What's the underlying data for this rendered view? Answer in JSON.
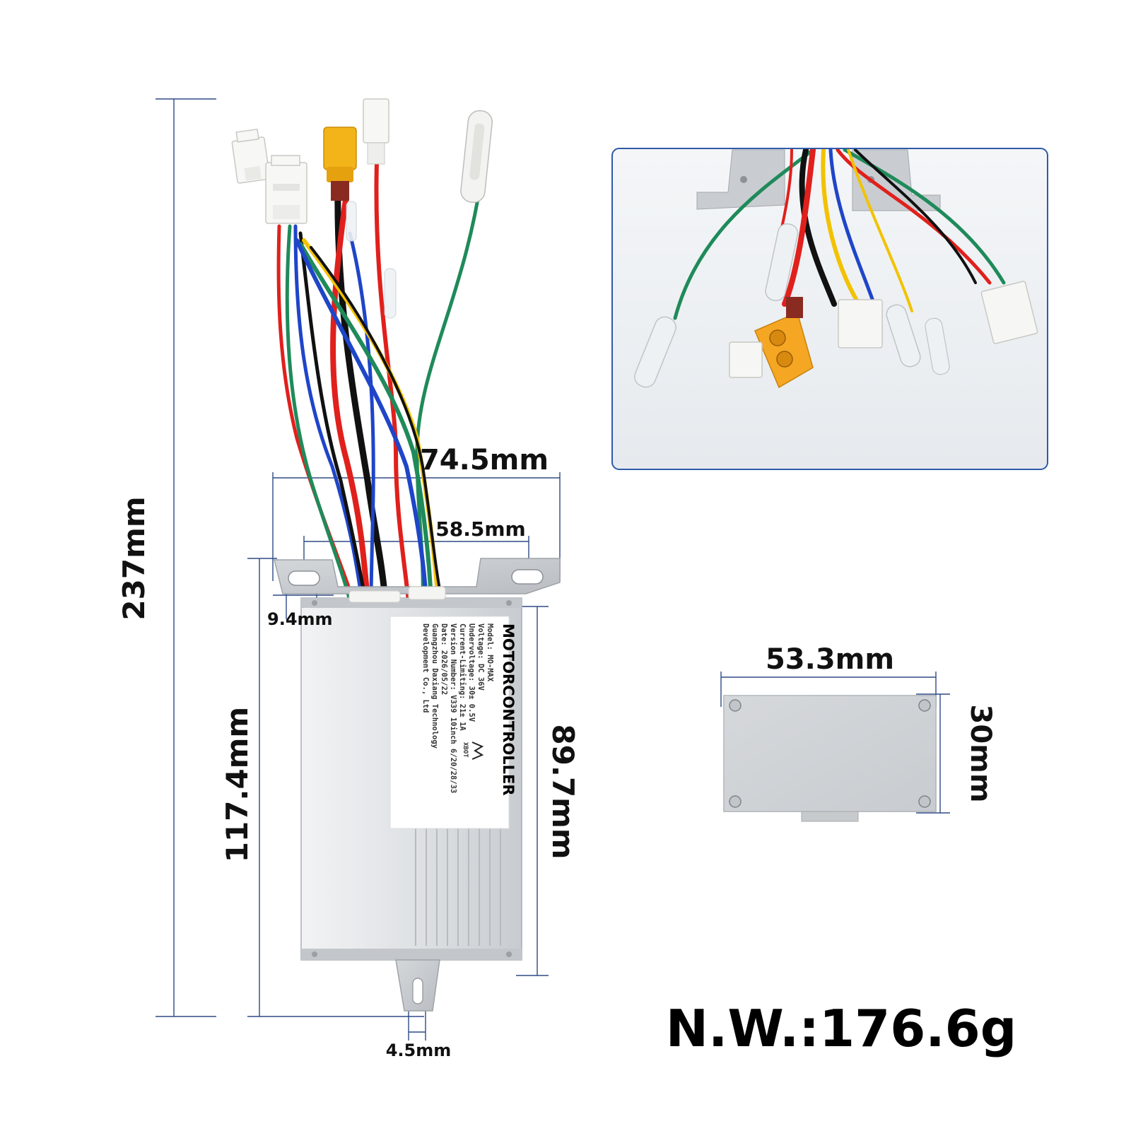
{
  "dimensions": {
    "total_length": "237mm",
    "bracket_outer_width": "74.5mm",
    "bracket_hole_spacing": "58.5mm",
    "bracket_height": "9.4mm",
    "case_length_with_tab": "117.4mm",
    "case_body_length": "89.7mm",
    "bottom_tab_width": "4.5mm",
    "end_width": "53.3mm",
    "end_height": "30mm"
  },
  "label": {
    "title": "MOTORCONTROLLER",
    "brand": "XBOT",
    "lines": [
      "Model: MO-MAX",
      "Voltage: DC 36V",
      "Undervoltage: 30± 0.5V",
      "Current-Limiting: 21± 1A",
      "Version Number: V339 10inch 6/20/28/33",
      "Date: 2026/05/22",
      "Guangzhou Daxiang Technology",
      "Development Co., Ltd"
    ]
  },
  "net_weight": "N.W.:176.6g",
  "colors": {
    "dimension_line": "#2e4a86",
    "panel_border": "#2f5aa8",
    "case": "#d6d9dc",
    "wire_red": "#e0201c",
    "wire_green": "#1f8a5a",
    "wire_blue": "#1f45c8",
    "wire_yellow": "#f2c200",
    "wire_black": "#111111",
    "connector_yellow": "#f5a623"
  }
}
